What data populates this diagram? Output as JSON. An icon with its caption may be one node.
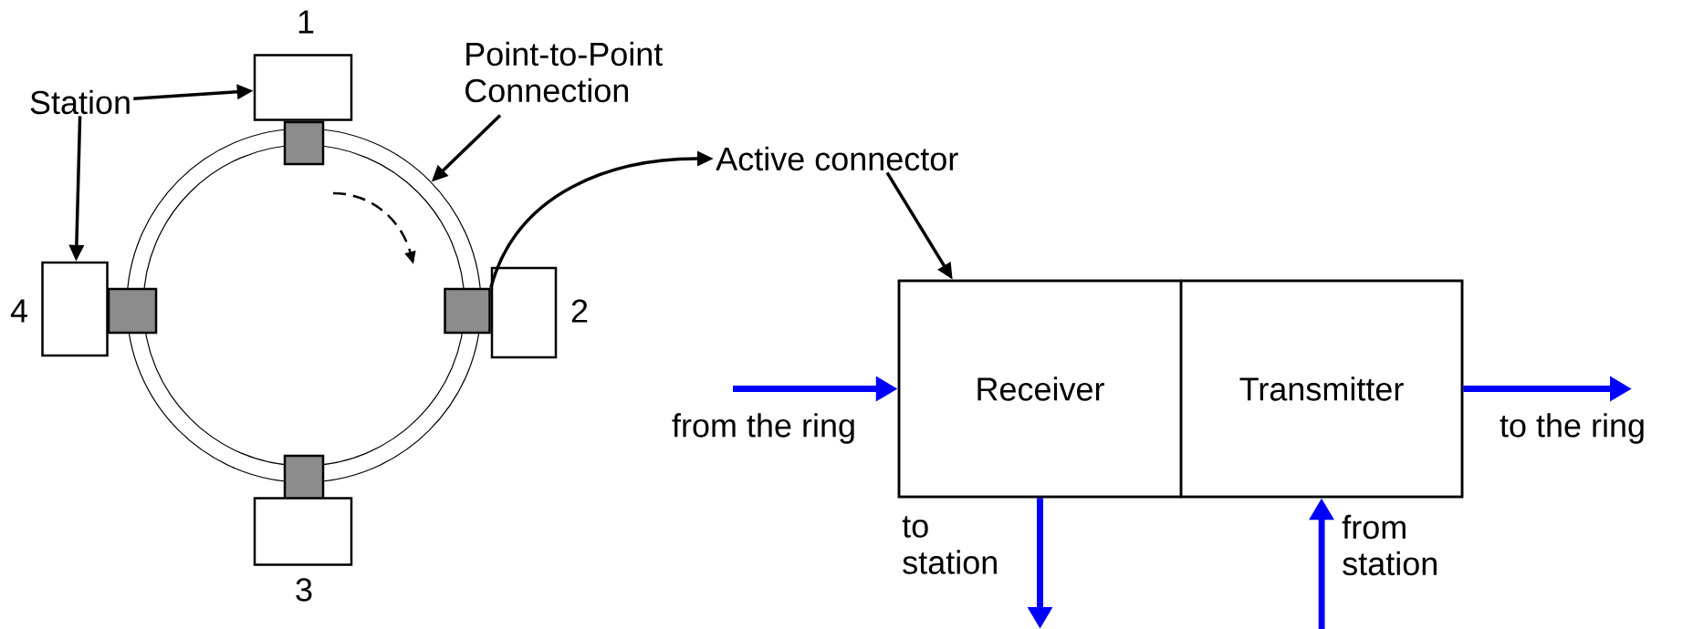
{
  "diagram": {
    "nodes": [
      {
        "text": [
          "Station"
        ]
      },
      {
        "text": [],
        "shape": "box",
        "beside": [
          "1"
        ]
      },
      {
        "text": [
          "Point-to-Point Connection"
        ]
      },
      {
        "text": [],
        "shape": "circle"
      },
      {
        "text": [],
        "shape": "box"
      },
      {
        "text": [
          "Active connector"
        ]
      },
      {
        "text": [],
        "shape": "box",
        "beside": [
          "4"
        ]
      },
      {
        "text": [],
        "shape": "box"
      },
      {
        "text": [],
        "shape": "box"
      },
      {
        "text": [],
        "shape": "box",
        "beside": [
          "2"
        ]
      },
      {
        "text": [],
        "shape": "box"
      },
      {
        "text": [
          "Receiver"
        ],
        "in": 10
      },
      {
        "text": [
          "Transmitter"
        ],
        "in": 10
      },
      {
        "text": [],
        "shape": "box"
      },
      {
        "text": [],
        "shape": "box",
        "beside": [
          "3"
        ]
      }
    ],
    "edges": [
      {
        "from": 0,
        "to": 1,
        "arrow": "to"
      },
      {
        "from": 0,
        "to": 6,
        "arrow": "to"
      },
      {
        "from": 2,
        "to": 3,
        "arrow": "to"
      },
      {
        "from": 8,
        "to": 5,
        "arrow": "to"
      },
      {
        "from": 5,
        "to": 10,
        "arrow": "to"
      },
      {
        "from": null,
        "to": 11,
        "arrow": "to",
        "label": "from the ring",
        "style": "thick",
        "color": "#0000ff"
      },
      {
        "from": 12,
        "to": null,
        "arrow": "to",
        "label": "to the ring",
        "style": "thick",
        "color": "#0000ff"
      },
      {
        "from": 11,
        "to": null,
        "arrow": "to",
        "label": "to station",
        "style": "thick",
        "color": "#0000ff"
      },
      {
        "from": null,
        "to": 12,
        "arrow": "to",
        "label": "from station",
        "style": "thick",
        "color": "#0000ff"
      }
    ]
  }
}
